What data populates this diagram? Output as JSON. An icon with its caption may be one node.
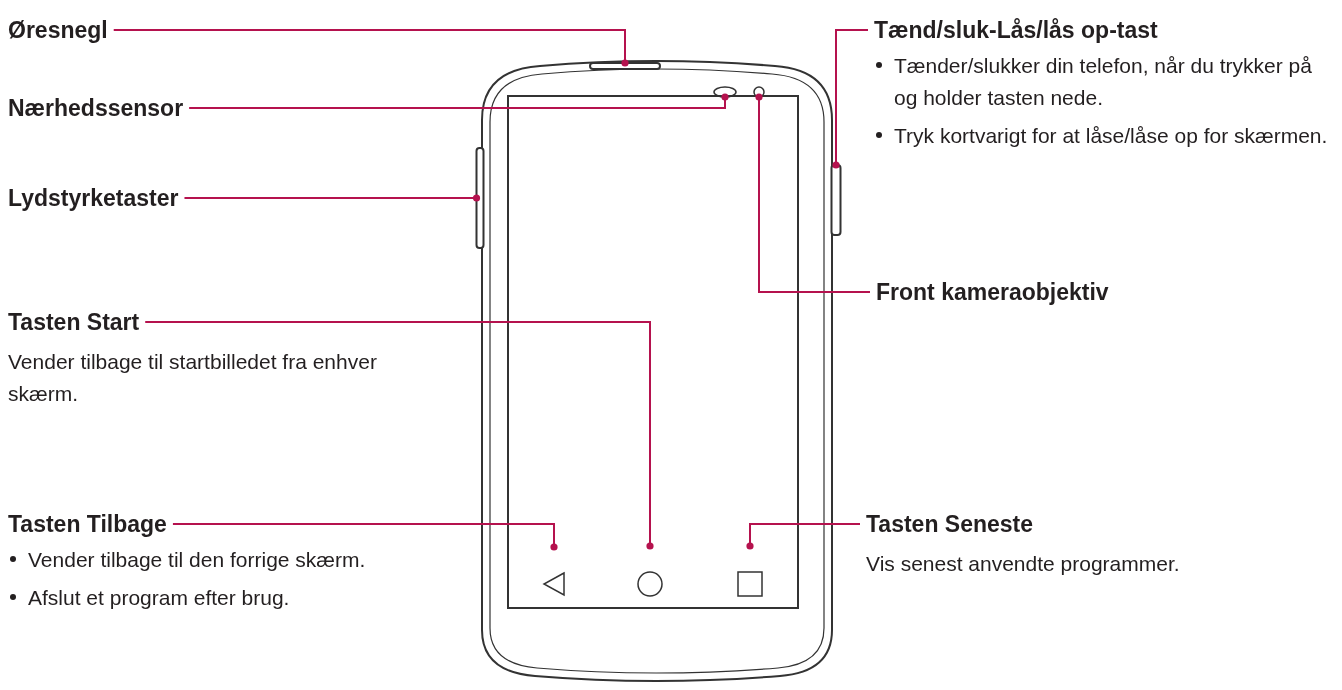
{
  "diagram": {
    "nodes": [
      {
        "text": [
          "Øresnegl"
        ]
      },
      {
        "text": [
          "Nærhedssensor"
        ]
      },
      {
        "text": [
          "Lydstyrketaster"
        ]
      },
      {
        "text": [
          "Tasten Start",
          "Vender tilbage til startbilledet fra enhver skærm."
        ]
      },
      {
        "text": [
          "Tasten Tilbage",
          "Vender tilbage til den forrige skærm.",
          "Afslut et program efter brug."
        ]
      },
      {
        "text": [
          "Tænd/sluk-Lås/lås op-tast",
          "Tænder/slukker din telefon, når du trykker på og holder tasten nede.",
          "Tryk kortvarigt for at låse/låse op for skærmen."
        ]
      },
      {
        "text": [
          "Front kameraobjektiv"
        ]
      },
      {
        "text": [
          "Tasten Seneste",
          "Vis senest anvendte programmer."
        ]
      },
      {
        "text": [],
        "shape": "bar"
      },
      {
        "text": [],
        "shape": "oval"
      },
      {
        "text": [],
        "shape": "circle"
      },
      {
        "text": [],
        "shape": "bar"
      },
      {
        "text": [],
        "shape": "bar"
      },
      {
        "text": [],
        "shape": "triangle"
      },
      {
        "text": [],
        "shape": "circle"
      },
      {
        "text": [],
        "shape": "box"
      }
    ],
    "edges": [
      {
        "from": 0,
        "to": 8,
        "arrow": "other"
      },
      {
        "from": 1,
        "to": 9,
        "arrow": "other"
      },
      {
        "from": 2,
        "to": 11,
        "arrow": "other"
      },
      {
        "from": 3,
        "to": 14,
        "arrow": "other"
      },
      {
        "from": 4,
        "to": 13,
        "arrow": "other"
      },
      {
        "from": 5,
        "to": 12,
        "arrow": "other"
      },
      {
        "from": 6,
        "to": 10,
        "arrow": "other"
      },
      {
        "from": 7,
        "to": 15,
        "arrow": "other"
      }
    ]
  }
}
